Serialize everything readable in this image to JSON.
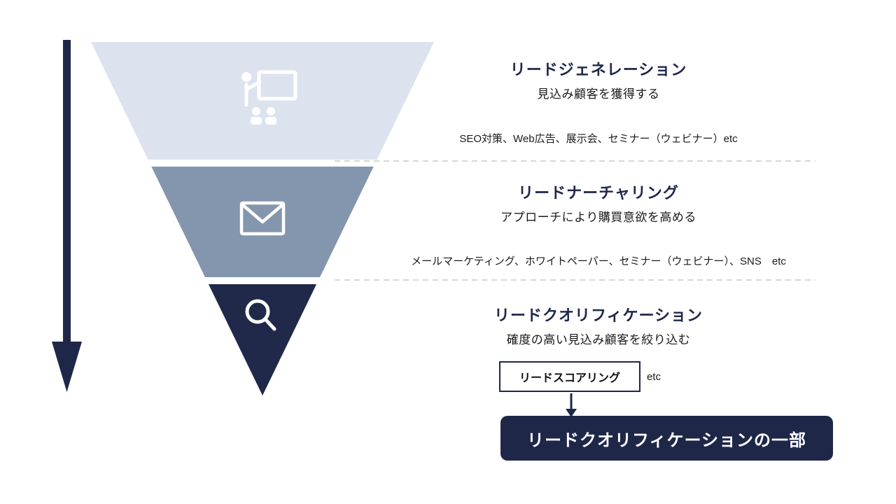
{
  "colors": {
    "navy": "#1f2749",
    "funnel_top": "#dce3ef",
    "funnel_middle": "#8396ae",
    "funnel_bottom": "#20294a",
    "dashed_line": "#d6d6d6",
    "icon_white": "#ffffff"
  },
  "stages": [
    {
      "title": "リードジェネレーション",
      "subtitle": "見込み顧客を獲得する",
      "examples": "SEO対策、Web広告、展示会、セミナー（ウェビナー）etc",
      "icon": "presentation-icon"
    },
    {
      "title": "リードナーチャリング",
      "subtitle": "アプローチにより購買意欲を高める",
      "examples": "メールマーケティング、ホワイトペーパー、セミナー（ウェビナー）、SNS　etc",
      "icon": "envelope-icon"
    },
    {
      "title": "リードクオリフィケーション",
      "subtitle": "確度の高い見込み顧客を絞り込む",
      "example_box": "リードスコアリング",
      "example_suffix": "etc",
      "icon": "magnifier-icon"
    }
  ],
  "callout": {
    "label": "リードクオリフィケーションの一部"
  }
}
